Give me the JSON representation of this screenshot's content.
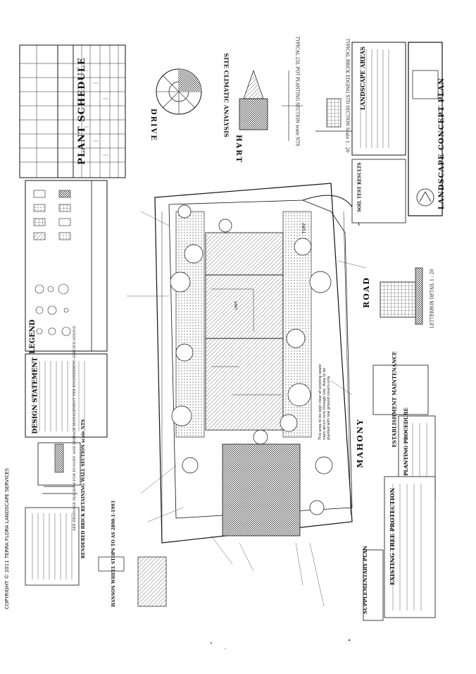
{
  "titles": {
    "plant_schedule": "PLANT SCHEDULE",
    "legend": "LEGEND",
    "design_statement": "DESIGN STATEMENT",
    "site_climatic": "SITE CLIMATIC ANALYSIS",
    "pot_planting": "TYPICAL 25L POT PLANTING SECTION scale NTS",
    "brick_edging": "TYPICAL BRICK EDGING STD SECTION Scale 1 : 20",
    "landscape_areas": "LANDSCAPE AREAS",
    "concept_plan": "LANDSCAPE CONCEPT PLAN",
    "soil_test": "SOIL TEST RESULTS",
    "establishment": "ESTABLISHMENT MAINTENANCE",
    "planting_procedure": "PLANTING PROCEDURE",
    "tree_protection": "EXISTING TREE PROTECTION",
    "supplementary": "SUPPLEMENTARY PLAN",
    "retaining_wall": "RENDERED BRICK RETAINING WALL SECTION scale NTS",
    "drainage_note": "SEE DRAINAGE DIAGRAM FOR RUNOFF AND SEEPAGE MANAGEMENT PER ENGINEERING SPECIFICATIONS",
    "wheel_stops": "HANSON WHEEL STOPS TO AS 2890.1-1993",
    "letterbox": "LETTERBOX DETAIL 1 : 20"
  },
  "streets": {
    "drive": "DRIVE",
    "hart": "HART",
    "road": "ROAD",
    "mahony": "MAHONY"
  },
  "labels": {
    "copyright": "COPYRIGHT © 2011 TERRA FLORA LANDSCAPE SERVICES",
    "turf": "TURF",
    "unit": "UNIT",
    "sewer_note": "This area to be kept clear of existing sewer main which runs through site. Area to be planted with low ground covers only."
  },
  "colors": {
    "ink": "#111111",
    "paper": "#ffffff",
    "hatch": "#555555"
  }
}
